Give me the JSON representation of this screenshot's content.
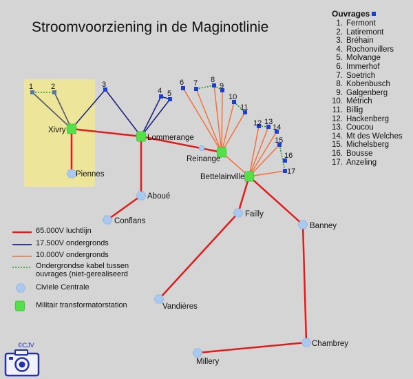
{
  "title": "Stroomvoorziening in de Maginotlinie",
  "ouvrages": {
    "heading": "Ouvrages",
    "items": [
      {
        "num": "1.",
        "name": "Fermont"
      },
      {
        "num": "2.",
        "name": "Latiremont"
      },
      {
        "num": "3.",
        "name": "Bréhain"
      },
      {
        "num": "4.",
        "name": "Rochonvillers"
      },
      {
        "num": "5.",
        "name": "Molvange"
      },
      {
        "num": "6.",
        "name": "Immerhof"
      },
      {
        "num": "7.",
        "name": "Soetrich"
      },
      {
        "num": "8.",
        "name": "Kobenbusch"
      },
      {
        "num": "9.",
        "name": "Galgenberg"
      },
      {
        "num": "10.",
        "name": "Métrich"
      },
      {
        "num": "11.",
        "name": "Billig"
      },
      {
        "num": "12.",
        "name": "Hackenberg"
      },
      {
        "num": "13.",
        "name": "Coucou"
      },
      {
        "num": "14.",
        "name": "Mt des Welches"
      },
      {
        "num": "15.",
        "name": "Michelsberg"
      },
      {
        "num": "16.",
        "name": "Bousse"
      },
      {
        "num": "17.",
        "name": "Anzeling"
      }
    ]
  },
  "legend": {
    "line_65kv": "65.000V luchtlijn",
    "line_17kv": "17.500V ondergronds",
    "line_10kv": "10.000V ondergronds",
    "line_cable": "Ondergrondse kabel tussen ouvrages (niet-gerealiseerd",
    "civil_plant": "Civiele Centrale",
    "military_station": "Militair transformatorstation"
  },
  "colors": {
    "line_65kv": "#e01b1b",
    "line_17kv": "#1c237a",
    "line_10kv": "#f2703a",
    "line_cable": "#1f9a1f",
    "ouvrage": "#1a3fd1",
    "civil_plant": "#a9c9ef",
    "military_station": "#55e04a",
    "highlight": "#ece59a"
  },
  "nodes": {
    "xivry": "Xivry",
    "piennes": "Piennes",
    "lommerange": "Lommerange",
    "aboue": "Aboué",
    "conflans": "Conflans",
    "reinange": "Reinange",
    "bettelainville": "Bettelainville",
    "failly": "Failly",
    "banney": "Banney",
    "vandieres": "Vandières",
    "chambrey": "Chambrey",
    "millery": "Millery"
  },
  "ouvrage_labels": [
    "1",
    "2",
    "3",
    "4",
    "5",
    "6",
    "7",
    "8",
    "9",
    "10",
    "11",
    "12",
    "13",
    "14",
    "15",
    "16",
    "17"
  ],
  "copyright": "©CJV",
  "icons": {
    "logo": "camera-icon"
  }
}
